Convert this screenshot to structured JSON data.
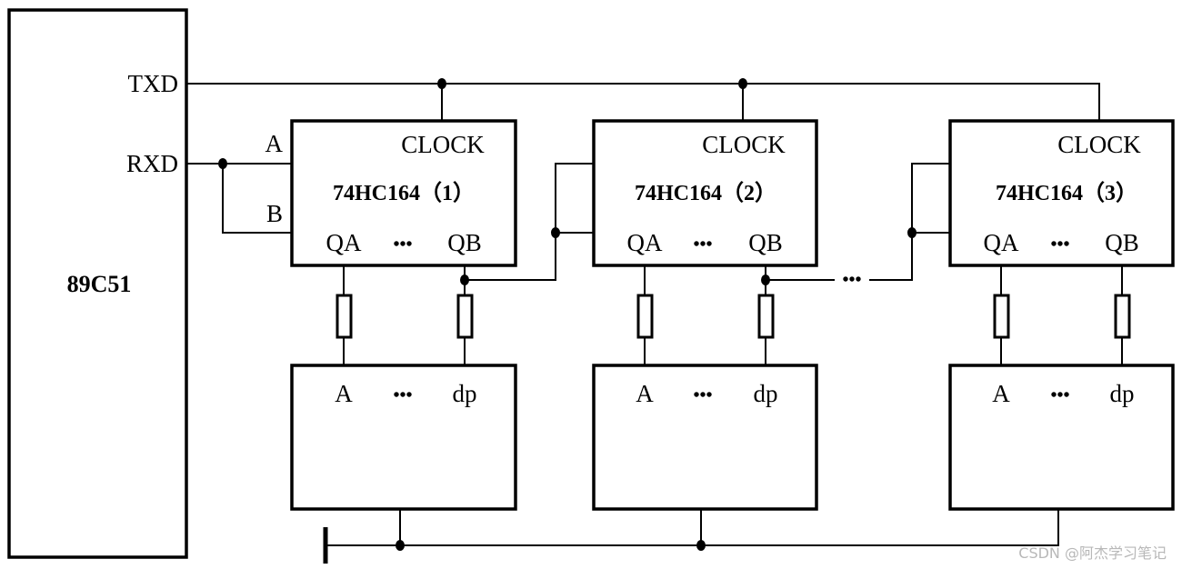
{
  "mcu": {
    "name": "89C51",
    "pins": {
      "txd": "TXD",
      "rxd": "RXD"
    }
  },
  "input_pins": {
    "a": "A",
    "b": "B"
  },
  "chips": [
    {
      "name": "74HC164（1）",
      "clock": "CLOCK",
      "out_first": "QA",
      "ellipsis": "•••",
      "out_last": "QB"
    },
    {
      "name": "74HC164（2）",
      "clock": "CLOCK",
      "out_first": "QA",
      "ellipsis": "•••",
      "out_last": "QB"
    },
    {
      "name": "74HC164（3）",
      "clock": "CLOCK",
      "out_first": "QA",
      "ellipsis": "•••",
      "out_last": "QB"
    }
  ],
  "displays": [
    {
      "seg_first": "A",
      "ellipsis": "•••",
      "seg_last": "dp"
    },
    {
      "seg_first": "A",
      "ellipsis": "•••",
      "seg_last": "dp"
    },
    {
      "seg_first": "A",
      "ellipsis": "•••",
      "seg_last": "dp"
    }
  ],
  "chain_ellipsis": "•••",
  "watermark": "CSDN @阿杰学习笔记",
  "colors": {
    "line": "#000000",
    "background": "#ffffff",
    "watermark": "#b8b8b8"
  }
}
